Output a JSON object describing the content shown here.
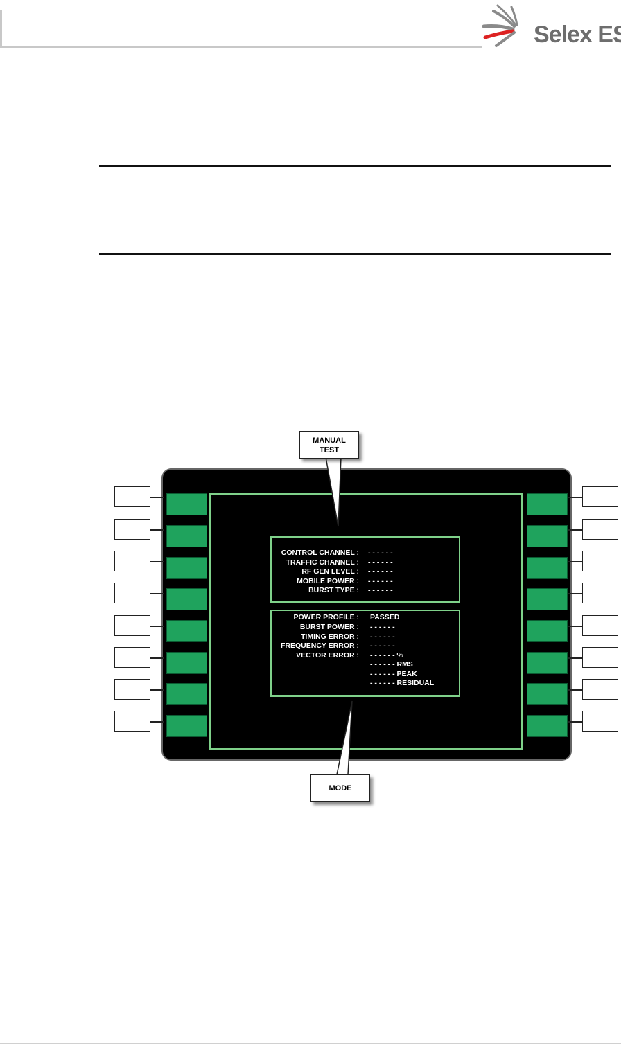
{
  "header": {
    "brand": "Selex ES"
  },
  "callouts": {
    "manual_test": "MANUAL\nTEST",
    "mode": "MODE"
  },
  "control_panel": {
    "rows": [
      {
        "label": "CONTROL CHANNEL :",
        "value": "- - - - - -"
      },
      {
        "label": "TRAFFIC CHANNEL :",
        "value": "- - - - - -"
      },
      {
        "label": "RF GEN LEVEL :",
        "value": "- - - - - -"
      },
      {
        "label": "MOBILE POWER :",
        "value": "- - - - - -"
      },
      {
        "label": "BURST TYPE :",
        "value": "- - - - - -"
      }
    ]
  },
  "results_panel": {
    "rows": [
      {
        "label": "POWER PROFILE :",
        "value": "PASSED"
      },
      {
        "label": "BURST POWER :",
        "value": "- - - - - -"
      },
      {
        "label": "TIMING ERROR :",
        "value": "- - - - - -"
      },
      {
        "label": "FREQUENCY ERROR :",
        "value": "- - - - - -"
      },
      {
        "label": "VECTOR ERROR :",
        "value": "- - - - - - %"
      },
      {
        "label": "",
        "value": "- - - - - - RMS"
      },
      {
        "label": "",
        "value": "- - - - - - PEAK"
      },
      {
        "label": "",
        "value": "- - - - - - RESIDUAL"
      }
    ]
  },
  "softkeys": {
    "left_count": 8,
    "right_count": 8
  },
  "colors": {
    "softkey": "#1fa35d",
    "screen_border": "#7fd18a",
    "text": "#ffffff"
  }
}
